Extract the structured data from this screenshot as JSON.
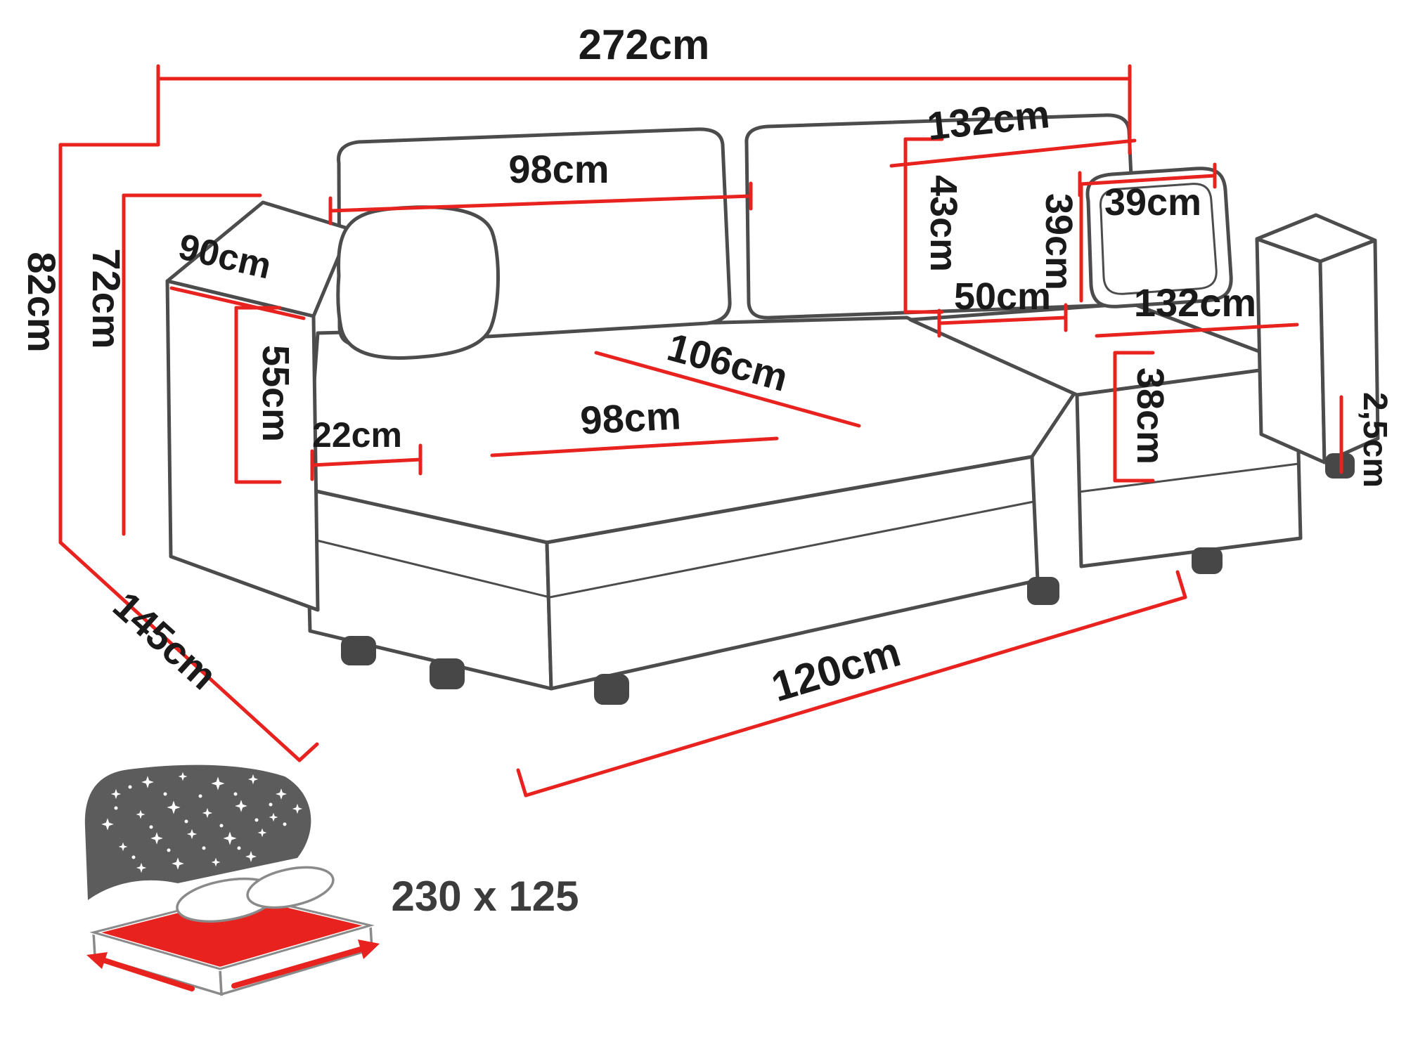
{
  "colors": {
    "dimension_line": "#e8231f",
    "sofa_outline": "#4c4c4c",
    "label_text": "#1a1a1a",
    "icon_gray": "#5c5c5c",
    "mattress_red": "#e8231f"
  },
  "dims": {
    "total_width": "272cm",
    "back_section_right": "132cm",
    "back_section_left": "98cm",
    "backrest_height": "43cm",
    "cushion_width": "39cm",
    "cushion_height": "39cm",
    "armrest_depth": "90cm",
    "total_height": "82cm",
    "backrest_top_height": "72cm",
    "armrest_height": "55cm",
    "armrest_width": "22cm",
    "corner_section": "50cm",
    "seat_section_right": "132cm",
    "chaise_diagonal": "106cm",
    "seat_section_left": "98cm",
    "seat_height": "38cm",
    "leg_height": "2,5cm",
    "total_depth": "145cm",
    "chaise_front_width": "120cm"
  },
  "sleeping_area_label": "230 x 125"
}
